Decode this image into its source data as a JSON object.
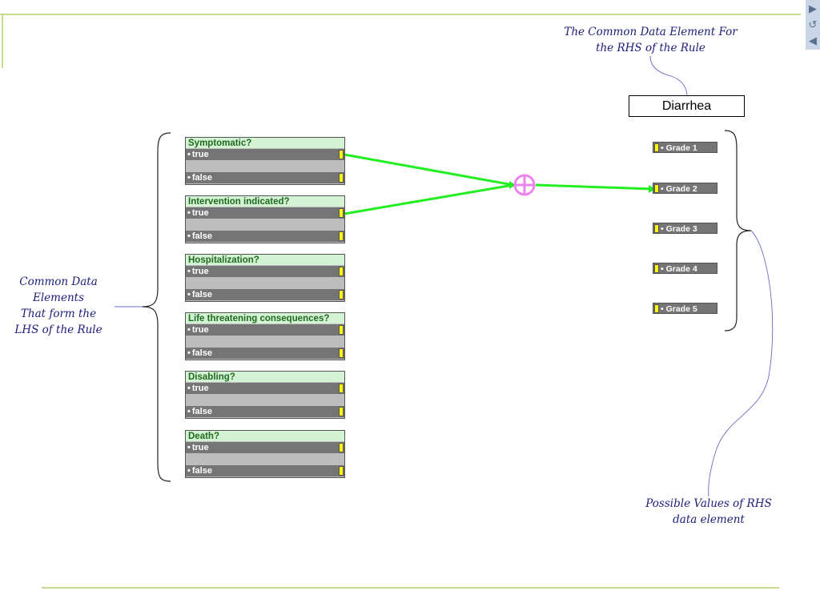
{
  "notes": {
    "rhs_element_line1": "The Common Data Element For",
    "rhs_element_line2": "the RHS of the Rule",
    "lhs_line1": "Common Data",
    "lhs_line2": "Elements",
    "lhs_line3": "That form the",
    "lhs_line4": "LHS of the Rule",
    "values_line1": "Possible Values of RHS",
    "values_line2": "data element"
  },
  "rhs_element": {
    "label": "Diarrhea"
  },
  "lhs_elements": [
    {
      "title": "Symptomatic?",
      "true_label": "true",
      "false_label": "false"
    },
    {
      "title": "Intervention indicated?",
      "true_label": "true",
      "false_label": "false"
    },
    {
      "title": "Hospitalization?",
      "true_label": "true",
      "false_label": "false"
    },
    {
      "title": "Life threatening consequences?",
      "true_label": "true",
      "false_label": "false"
    },
    {
      "title": "Disabling?",
      "true_label": "true",
      "false_label": "false"
    },
    {
      "title": "Death?",
      "true_label": "true",
      "false_label": "false"
    }
  ],
  "grades": [
    {
      "label": "Grade 1"
    },
    {
      "label": "Grade 2"
    },
    {
      "label": "Grade 3"
    },
    {
      "label": "Grade 4"
    },
    {
      "label": "Grade 5"
    }
  ],
  "connector": {
    "icon": "circle-plus-icon",
    "color": "#ee82ee"
  },
  "link_color": "#22ee22",
  "nav": {
    "prev_icon": "triangle-right-icon",
    "return_icon": "return-icon",
    "next_icon": "triangle-left-icon"
  }
}
